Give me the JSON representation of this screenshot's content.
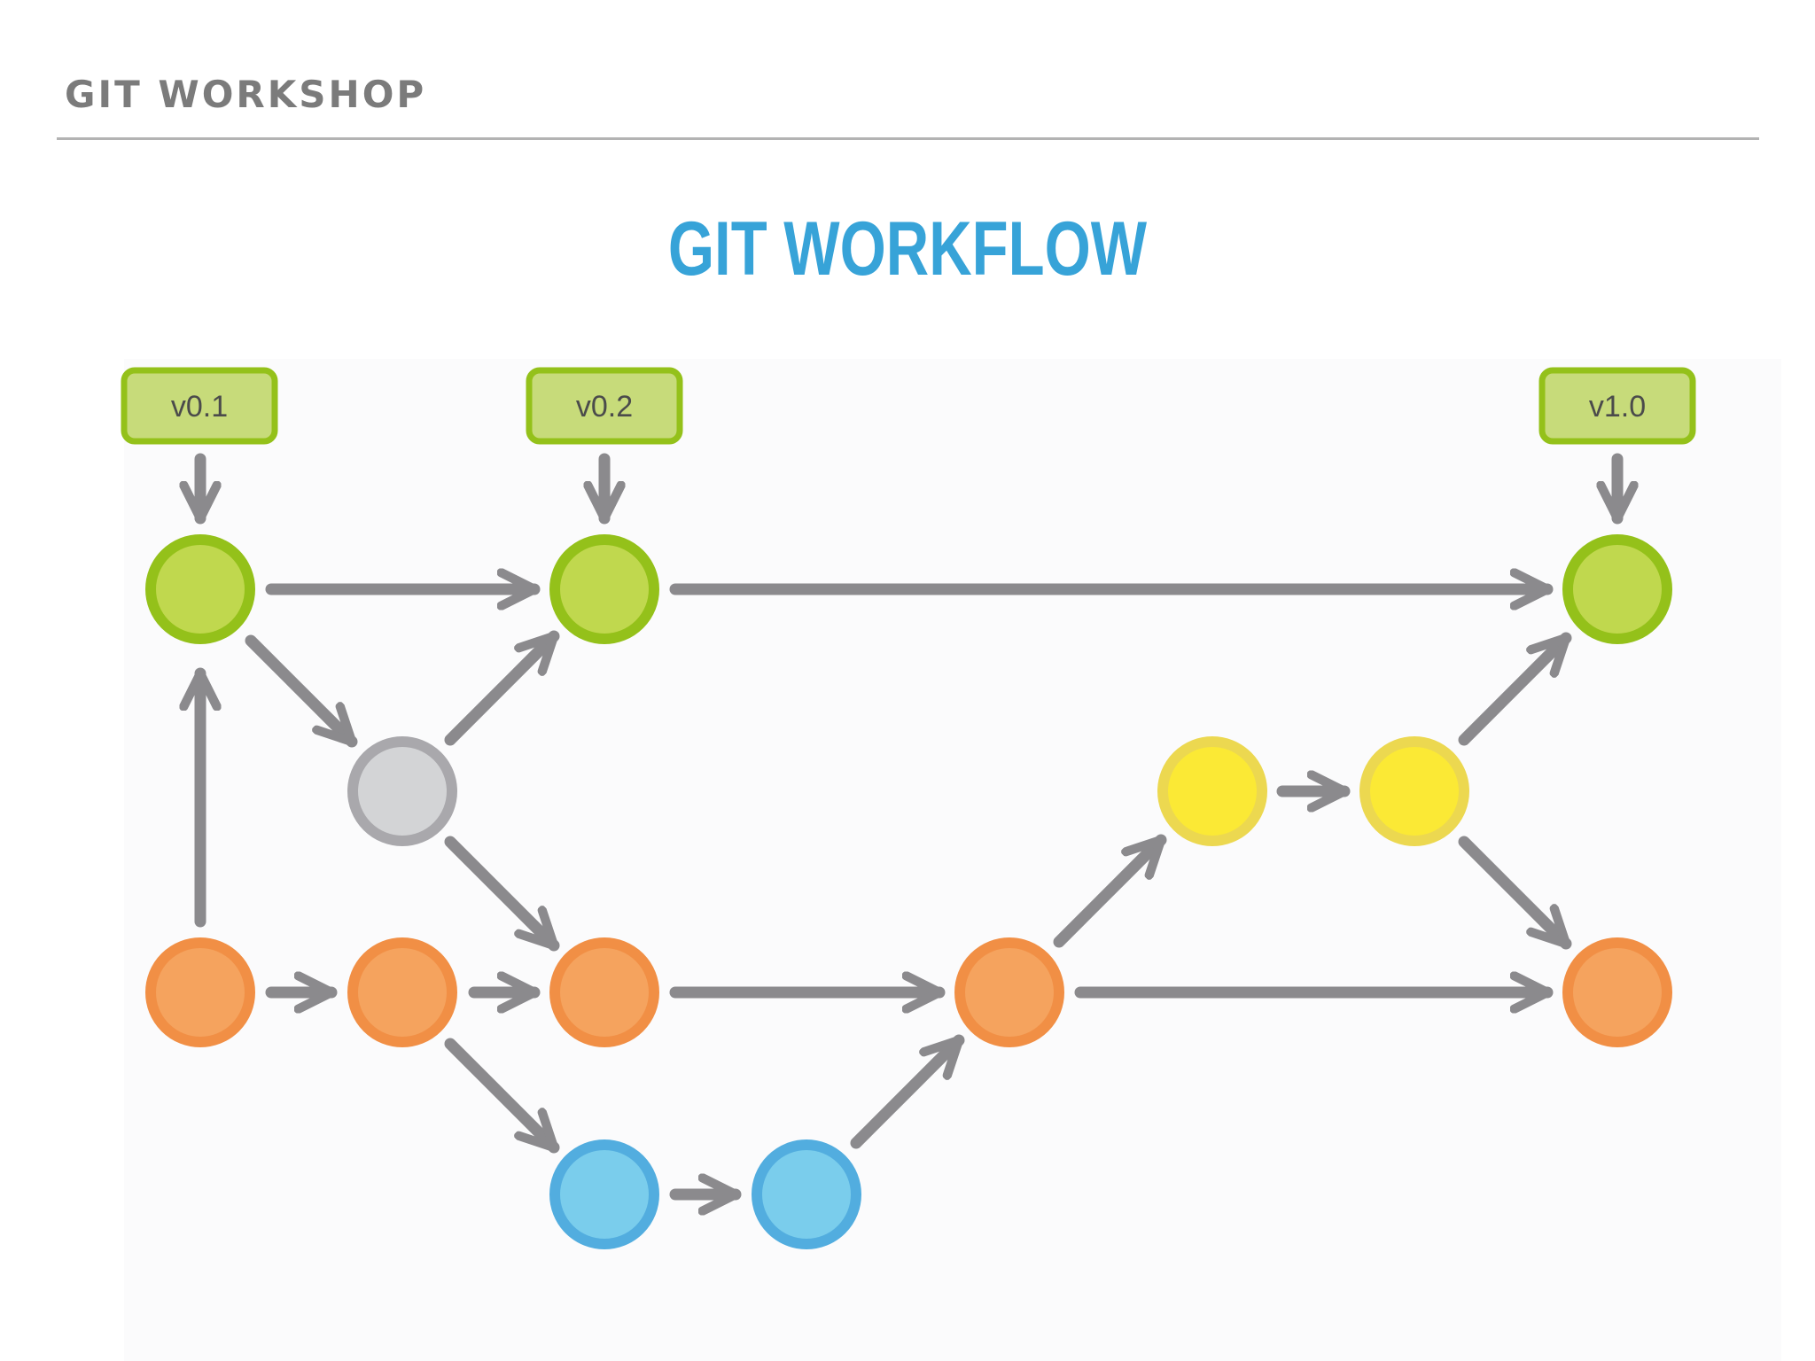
{
  "header": {
    "title": "GIT WORKSHOP"
  },
  "slide": {
    "title": "GIT WORKFLOW"
  },
  "diagram": {
    "tags": [
      {
        "id": "v01",
        "label": "v0.1"
      },
      {
        "id": "v02",
        "label": "v0.2"
      },
      {
        "id": "v10",
        "label": "v1.0"
      }
    ],
    "colors": {
      "green_fill": "#c0d84e",
      "green_ring": "#94c11a",
      "gray_fill": "#d3d4d6",
      "gray_ring": "#a9a8ac",
      "orange_fill": "#f5a35e",
      "orange_ring": "#f18f45",
      "yellow_fill": "#fbe935",
      "yellow_ring": "#ecd850",
      "blue_fill": "#7acdec",
      "blue_ring": "#52addf",
      "arrow": "#8b8a8d",
      "tag_fill": "#c7db7a",
      "tag_ring": "#94c11a"
    }
  }
}
